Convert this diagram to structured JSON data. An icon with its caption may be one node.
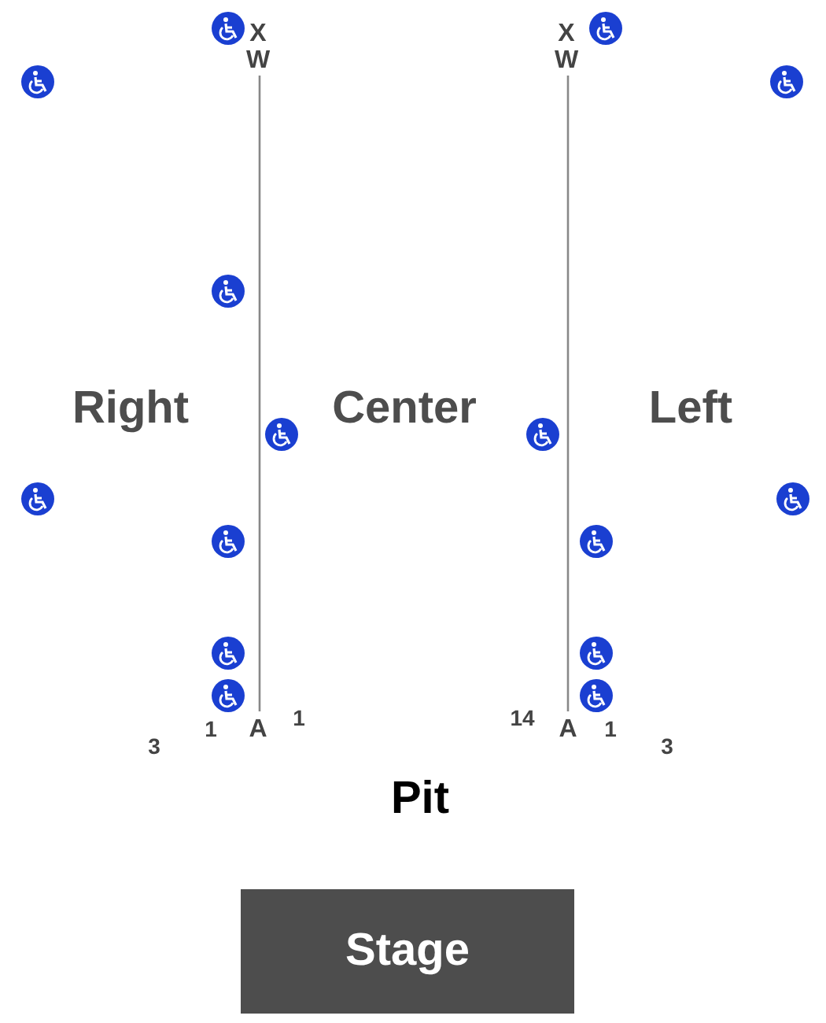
{
  "diagram": {
    "nodes": [
      {
        "text": [
          "Stage"
        ]
      }
    ],
    "labels": [
      "X",
      "X",
      "W",
      "W",
      "Right",
      "Center",
      "Left",
      "1",
      "A",
      "1",
      "14",
      "A",
      "1",
      "3",
      "3",
      "Pit"
    ]
  }
}
